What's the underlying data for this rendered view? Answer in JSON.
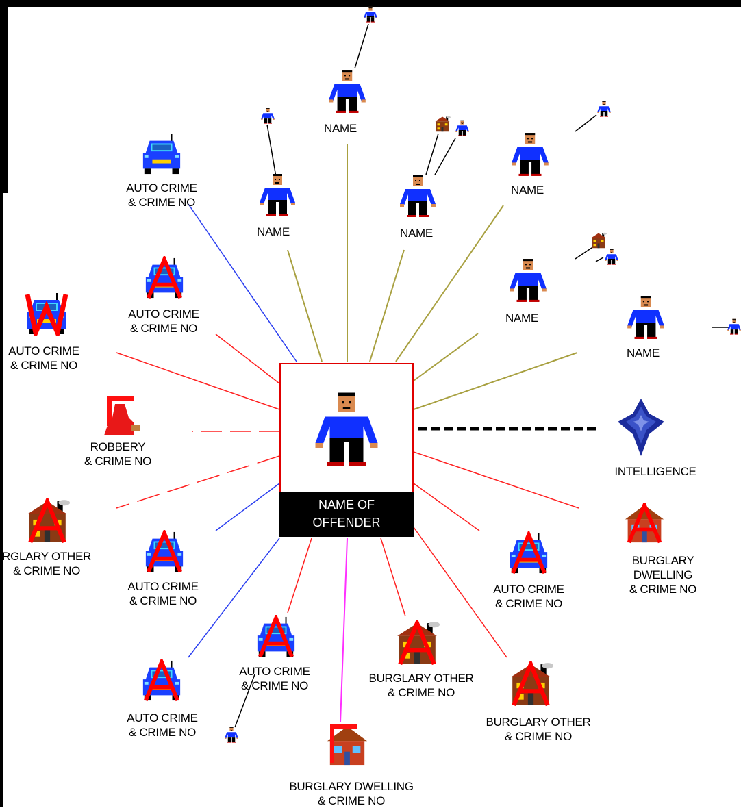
{
  "center": {
    "label": "NAME OF\nOFFENDER"
  },
  "people": {
    "top": "NAME",
    "left": "NAME",
    "mid": "NAME",
    "right_upper": "NAME",
    "right_mid": "NAME",
    "right_lower": "NAME"
  },
  "crimes": {
    "auto_top": "AUTO CRIME\n& CRIME NO",
    "auto_a1": "AUTO CRIME\n& CRIME NO",
    "auto_w": "AUTO CRIME\n& CRIME NO",
    "robbery": "ROBBERY\n& CRIME NO",
    "burglary_other_left": "RGLARY OTHER\n& CRIME NO",
    "auto_left_low": "AUTO CRIME\n& CRIME NO",
    "auto_bottom_left": "AUTO CRIME\n& CRIME NO",
    "auto_bottom_mid": "AUTO CRIME\n& CRIME NO",
    "burglary_dwelling_bottom": "BURGLARY DWELLING\n& CRIME NO",
    "burglary_other_mid": "BURGLARY OTHER\n& CRIME NO",
    "burglary_other_right": "BURGLARY OTHER\n& CRIME NO",
    "auto_right": "AUTO CRIME\n& CRIME NO",
    "burglary_dwelling_right": "BURGLARY DWELLING\n& CRIME NO"
  },
  "intelligence": {
    "label": "INTELLIGENCE"
  },
  "colors": {
    "person_link": "#a8a040",
    "crime_link": "#ff2020",
    "auto_blue_link": "#2a3ef0",
    "dwelling_link": "#ff30ff",
    "intel_link": "#000000",
    "box_border": "#e00000"
  },
  "icons": {
    "person": "person-icon",
    "car": "car-icon",
    "house": "house-icon",
    "robbery": "robbery-icon",
    "intelligence": "intelligence-diamond-icon"
  }
}
